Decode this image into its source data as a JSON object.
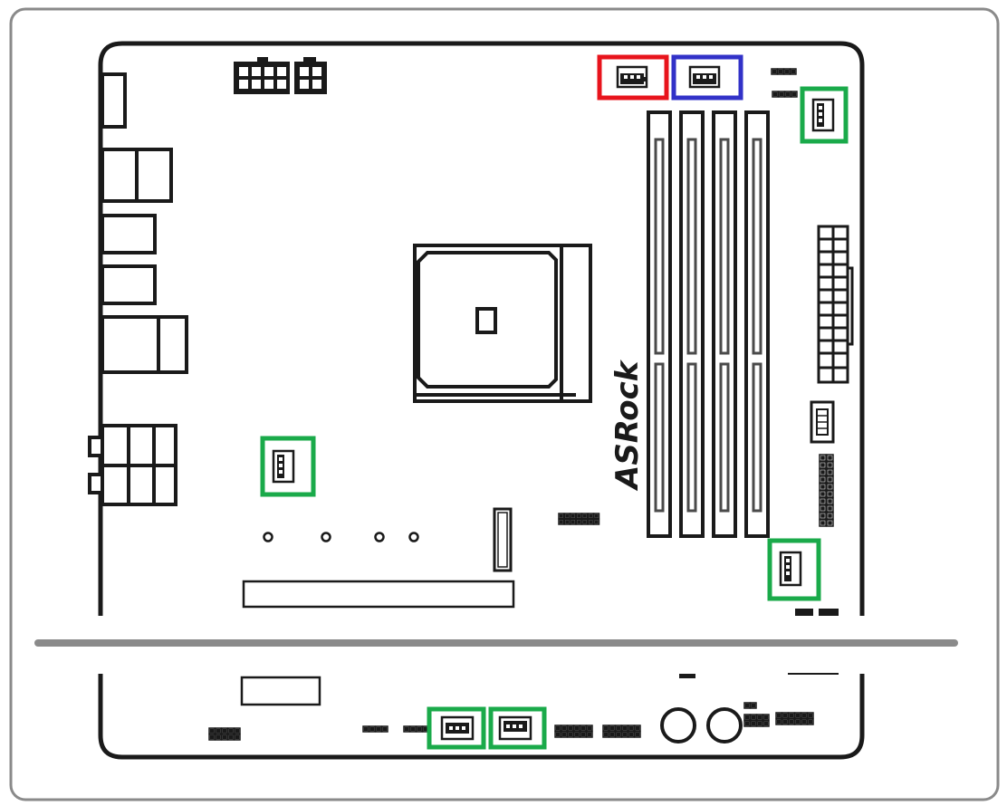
{
  "diagram": {
    "brand_logo_text": "ASRock",
    "colors": {
      "frame": "#8a8a8a",
      "board_outline": "#1a1a1a",
      "component_fill": "#ffffff",
      "component_dark": "#1a1a1a",
      "dimm_slot_inner": "#4a4a4a",
      "highlight_red": "#e8141c",
      "highlight_blue": "#3232c8",
      "highlight_green": "#1aaa4a"
    },
    "highlighted_headers": [
      {
        "id": "cpu-fan-header",
        "highlight": "red"
      },
      {
        "id": "cpu-opt-fan-header",
        "highlight": "blue"
      },
      {
        "id": "chassis-fan-header-top-right",
        "highlight": "green"
      },
      {
        "id": "chassis-fan-header-left",
        "highlight": "green"
      },
      {
        "id": "chassis-fan-header-right",
        "highlight": "green"
      },
      {
        "id": "chassis-fan-header-bottom-1",
        "highlight": "green"
      },
      {
        "id": "chassis-fan-header-bottom-2",
        "highlight": "green"
      }
    ]
  }
}
